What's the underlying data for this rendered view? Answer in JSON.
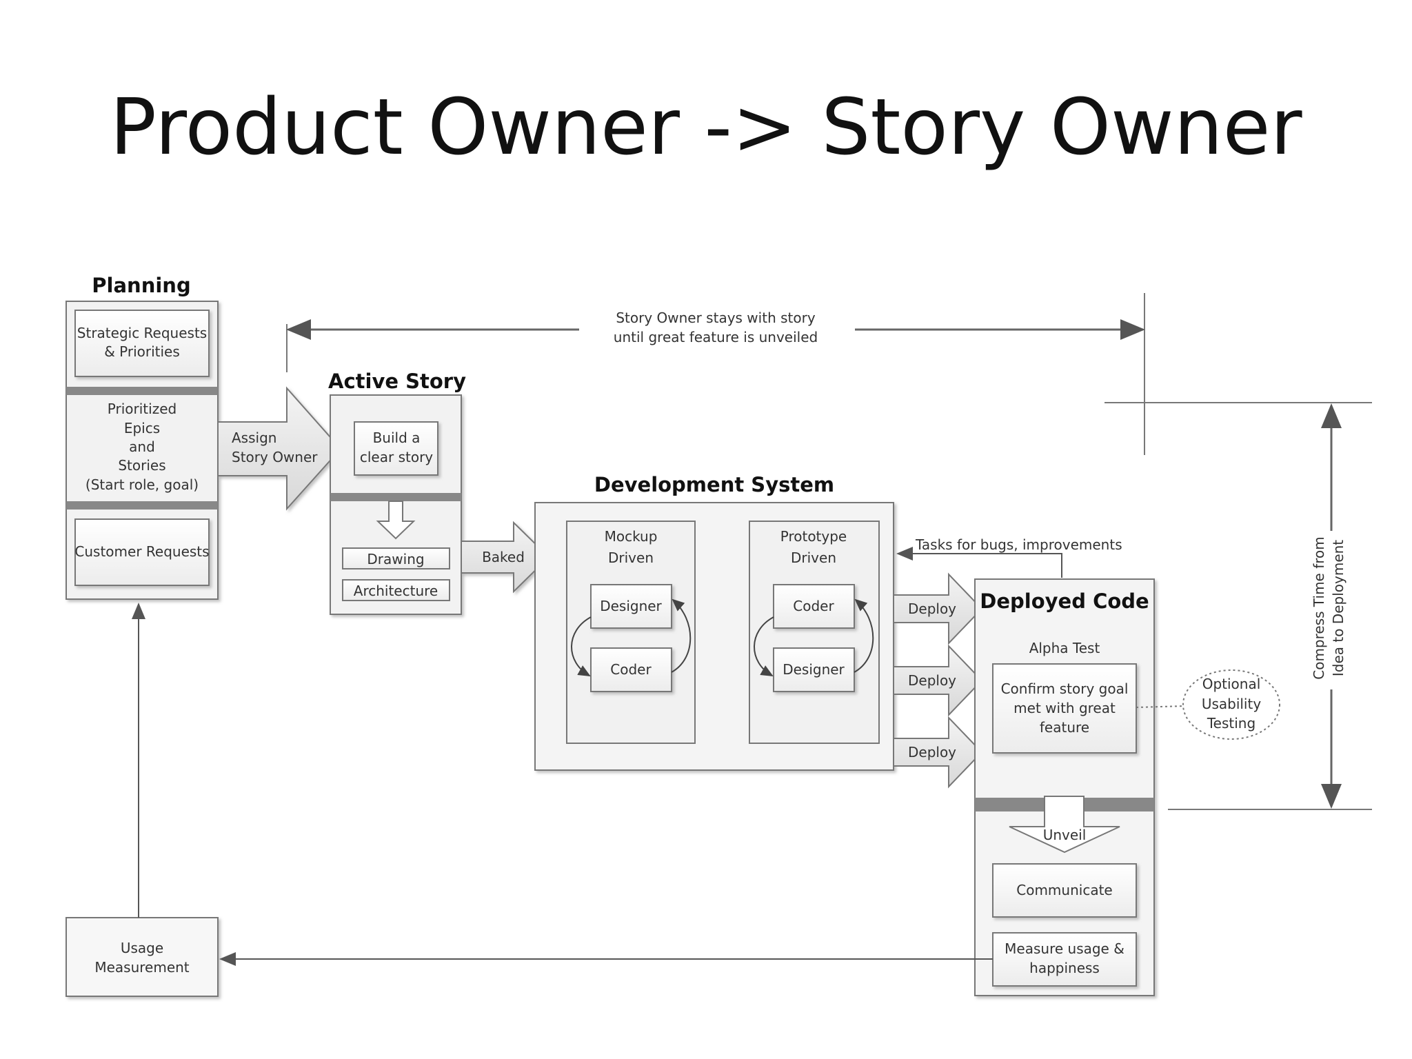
{
  "title": "Product Owner -> Story Owner",
  "planning": {
    "heading": "Planning",
    "strategic": [
      "Strategic Requests",
      "& Priorities"
    ],
    "prioritized": [
      "Prioritized",
      "Epics",
      "and",
      "Stories",
      "(Start role, goal)"
    ],
    "customer": "Customer Requests"
  },
  "assign_arrow": [
    "Assign",
    "Story Owner"
  ],
  "active_story": {
    "heading": "Active Story",
    "build": [
      "Build a",
      "clear story"
    ],
    "drawing": "Drawing",
    "architecture": "Architecture"
  },
  "baked": "Baked",
  "dev_system": {
    "heading": "Development System",
    "mockup": {
      "title": [
        "Mockup",
        "Driven"
      ],
      "box1": "Designer",
      "box2": "Coder"
    },
    "prototype": {
      "title": [
        "Prototype",
        "Driven"
      ],
      "box1": "Coder",
      "box2": "Designer"
    }
  },
  "tasks_label": "Tasks for bugs, improvements",
  "deploy": [
    "Deploy",
    "Deploy",
    "Deploy"
  ],
  "deployed_code": {
    "heading": "Deployed Code",
    "alpha": "Alpha Test",
    "confirm": [
      "Confirm story goal",
      "met with great",
      "feature"
    ],
    "unveil": "Unveil",
    "communicate": "Communicate",
    "measure": [
      "Measure usage &",
      "happiness"
    ]
  },
  "optional": [
    "Optional",
    "Usability",
    "Testing"
  ],
  "story_owner_note": [
    "Story Owner stays with story",
    "until great feature is unveiled"
  ],
  "compress": [
    "Compress Time from",
    "Idea to Deployment"
  ],
  "usage": [
    "Usage",
    "Measurement"
  ]
}
